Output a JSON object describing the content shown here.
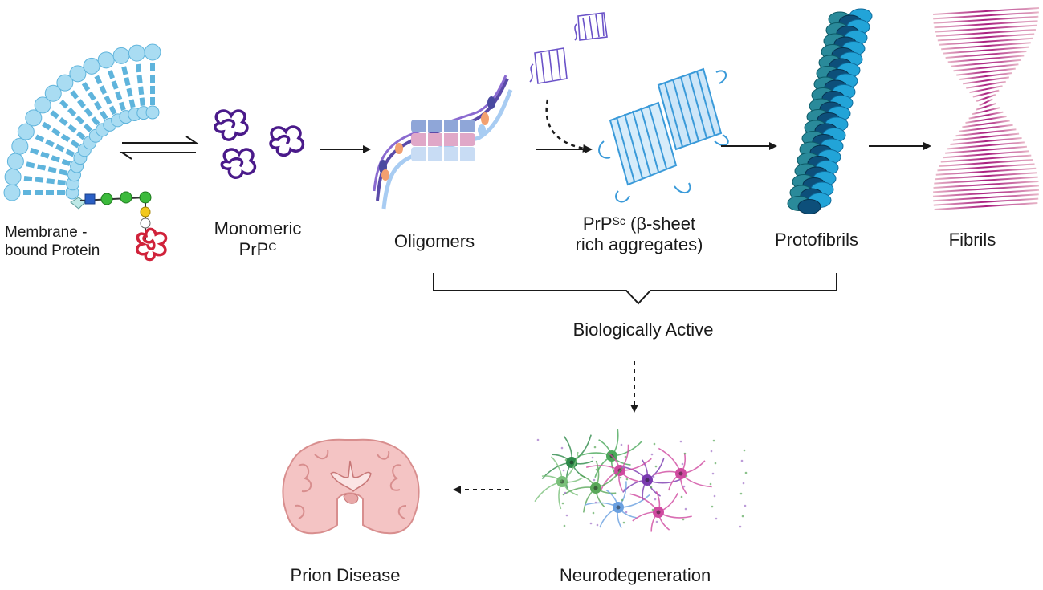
{
  "labels": {
    "membrane_line1": "Membrane -",
    "membrane_line2": "bound Protein",
    "monomeric_line1": "Monomeric",
    "monomeric_prp": "PrP",
    "monomeric_sup": "C",
    "oligomers": "Oligomers",
    "prpsc_prp": "PrP",
    "prpsc_sup": "Sc",
    "prpsc_rest": " (β-sheet",
    "prpsc_line2": "rich aggregates)",
    "protofibrils": "Protofibrils",
    "fibrils": "Fibrils",
    "biologically_active": "Biologically Active",
    "neurodegeneration": "Neurodegeneration",
    "prion_disease": "Prion Disease"
  },
  "colors": {
    "membrane": "#a9dcf2",
    "membrane_stroke": "#5fb4dc",
    "prion_monomer": "#4a1a8a",
    "prion_misfolded": "#d0223a",
    "sheet_blue": "#3a9ad9",
    "proto_dark": "#0d4f7a",
    "proto_teal": "#2a8a9a",
    "proto_light": "#22a4d8",
    "fibril": "#b02a8a",
    "brain": "#f4c4c4",
    "brain_stroke": "#d88e8e",
    "arrow": "#1a1a1a"
  }
}
